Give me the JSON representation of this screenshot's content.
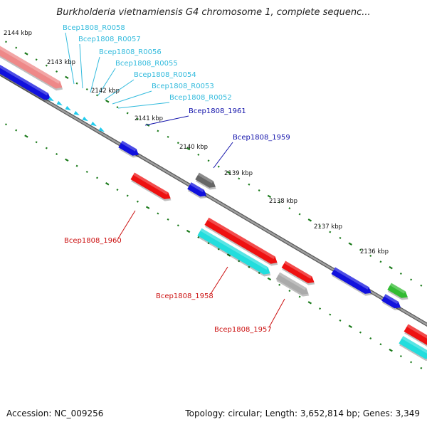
{
  "title": "Burkholderia vietnamiensis G4 chromosome 1, complete sequenc...",
  "footer": {
    "accession": "Accession: NC_009256",
    "summary": "Topology: circular; Length: 3,652,814 bp; Genes: 3,349"
  },
  "colors": {
    "backbone": "#888888",
    "tick": "#1a7a1a",
    "forward_gene": "#ee1111",
    "reverse_gene": "#1111dd",
    "rrna": "#22dddd",
    "trna": "#22ccee",
    "pseudo": "#aaaaaa",
    "other": "#666666",
    "misc": "#33bb33",
    "highlight": "#ee8888"
  },
  "scale": {
    "unit": "kbp",
    "ticks": [
      {
        "label": "2144 kbp"
      },
      {
        "label": "2143 kbp"
      },
      {
        "label": "2142 kbp"
      },
      {
        "label": "2141 kbp"
      },
      {
        "label": "2140 kbp"
      },
      {
        "label": "2139 kbp"
      },
      {
        "label": "2138 kbp"
      },
      {
        "label": "2137 kbp"
      },
      {
        "label": "2136 kbp"
      }
    ]
  },
  "feature_labels": [
    {
      "text": "Bcep1808_R0058",
      "color": "#33bbdd"
    },
    {
      "text": "Bcep1808_R0057",
      "color": "#33bbdd"
    },
    {
      "text": "Bcep1808_R0056",
      "color": "#33bbdd"
    },
    {
      "text": "Bcep1808_R0055",
      "color": "#33bbdd"
    },
    {
      "text": "Bcep1808_R0054",
      "color": "#33bbdd"
    },
    {
      "text": "Bcep1808_R0053",
      "color": "#33bbdd"
    },
    {
      "text": "Bcep1808_R0052",
      "color": "#33bbdd"
    },
    {
      "text": "Bcep1808_1961",
      "color": "#1111aa"
    },
    {
      "text": "Bcep1808_1959",
      "color": "#1111aa"
    },
    {
      "text": "Bcep1808_1960",
      "color": "#cc1111"
    },
    {
      "text": "Bcep1808_1958",
      "color": "#cc1111"
    },
    {
      "text": "Bcep1808_1957",
      "color": "#cc1111"
    }
  ]
}
